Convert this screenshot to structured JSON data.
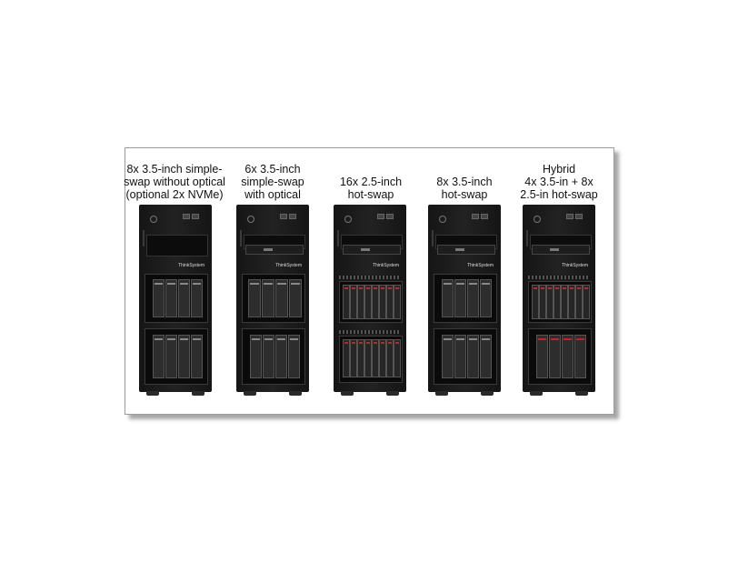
{
  "configurations": [
    {
      "caption": [
        "8x 3.5-inch simple-",
        "swap without optical",
        "(optional 2x NVMe)"
      ],
      "logo": "ThinkSystem"
    },
    {
      "caption": [
        "6x 3.5-inch",
        "simple-swap",
        "with optical"
      ],
      "logo": "ThinkSystem"
    },
    {
      "caption": [
        "16x 2.5-inch",
        "hot-swap"
      ],
      "logo": "ThinkSystem"
    },
    {
      "caption": [
        "8x 3.5-inch",
        "hot-swap"
      ],
      "logo": "ThinkSystem"
    },
    {
      "caption": [
        "Hybrid",
        "4x 3.5-in + 8x",
        "2.5-in hot-swap"
      ],
      "logo": "ThinkSystem"
    }
  ]
}
